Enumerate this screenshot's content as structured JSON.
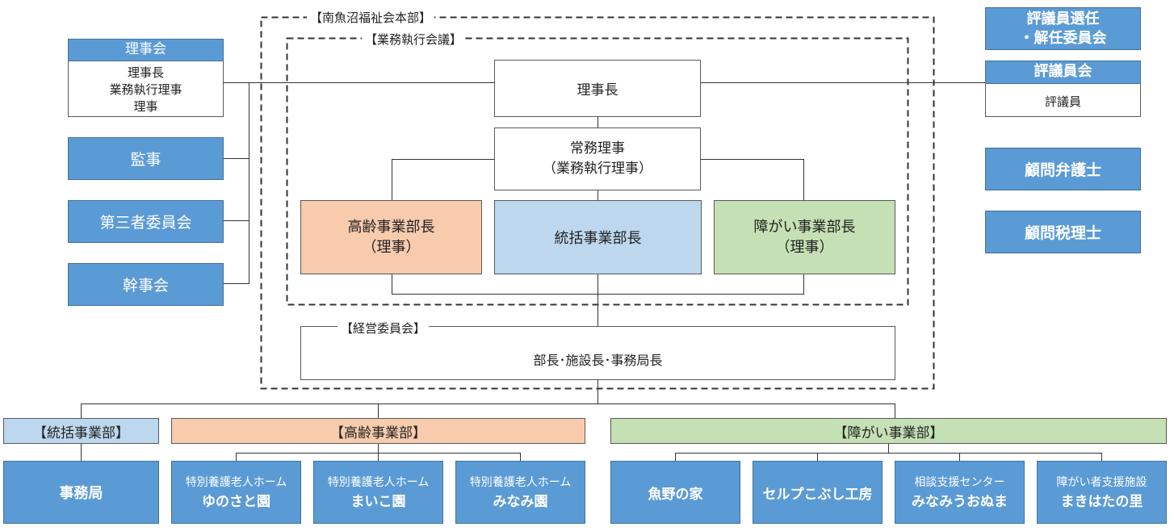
{
  "left": {
    "board": {
      "header": "理事会",
      "lines": [
        "理事長",
        "業務執行理事",
        "理事"
      ]
    },
    "auditor": "監事",
    "third_party": "第三者委員会",
    "secretariat_council": "幹事会"
  },
  "right": {
    "selection": [
      "評議員選任",
      "・解任委員会"
    ],
    "councilors": {
      "header": "評議員会",
      "body": "評議員"
    },
    "lawyer": "顧問弁護士",
    "tax": "顧問税理士"
  },
  "hq_label": "【南魚沼福祉会本部】",
  "exec_label": "【業務執行会議】",
  "chairman": "理事長",
  "managing": [
    "常務理事",
    "（業務執行理事）"
  ],
  "elderly_head": [
    "高齢事業部長",
    "（理事）"
  ],
  "general_head": "統括事業部長",
  "disability_head": [
    "障がい事業部長",
    "（理事）"
  ],
  "mgmt_label": "【経営委員会】",
  "mgmt_body": "部長･施設長･事務局長",
  "divisions": {
    "general": "【統括事業部】",
    "elderly": "【高齢事業部】",
    "disability": "【障がい事業部】"
  },
  "facilities": {
    "office": "事務局",
    "elderly": [
      {
        "sub": "特別養護老人ホーム",
        "name": "ゆのさと園"
      },
      {
        "sub": "特別養護老人ホーム",
        "name": "まいこ園"
      },
      {
        "sub": "特別養護老人ホーム",
        "name": "みなみ園"
      }
    ],
    "disability": [
      {
        "sub": "",
        "name": "魚野の家"
      },
      {
        "sub": "",
        "name": "セルプこぶし工房"
      },
      {
        "sub": "相談支援センター",
        "name": "みなみうおぬま"
      },
      {
        "sub": "障がい者支援施設",
        "name": "まきはたの里"
      }
    ]
  },
  "colors": {
    "blue": "#5b9bd5",
    "orange": "#f8cbad",
    "lightblue": "#bdd7ee",
    "green": "#c5e0b4"
  }
}
